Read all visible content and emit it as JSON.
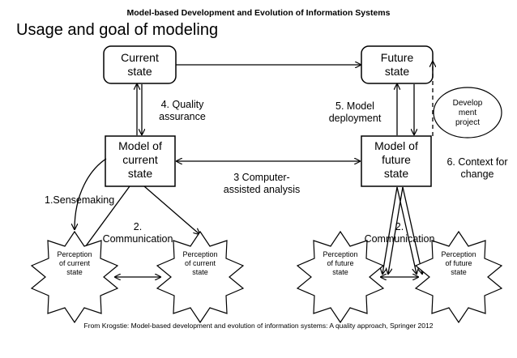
{
  "header": "Model-based Development and Evolution of Information Systems",
  "title": "Usage and goal of modeling",
  "nodes": {
    "current_state": "Current\nstate",
    "future_state": "Future\nstate",
    "model_current": "Model of\ncurrent\nstate",
    "model_future": "Model of\nfuture\nstate",
    "development_project": "Develop\nment\nproject"
  },
  "perceptions": {
    "current_1": "Perception\nof current\nstate",
    "current_2": "Perception\nof current\nstate",
    "future_1": "Perception\nof future\nstate",
    "future_2": "Perception\nof future\nstate"
  },
  "labels": {
    "quality_assurance": "4. Quality\nassurance",
    "model_deployment": "5. Model\ndeployment",
    "computer_assisted": "3 Computer-\nassisted analysis",
    "context_for_change": "6. Context for\nchange",
    "sensemaking": "1.Sensemaking",
    "communication_left": "2.\nCommunication",
    "communication_right": "2.\nCommunication"
  },
  "footer": "From Krogstie: Model-based development and evolution of information systems: A quality approach, Springer 2012"
}
